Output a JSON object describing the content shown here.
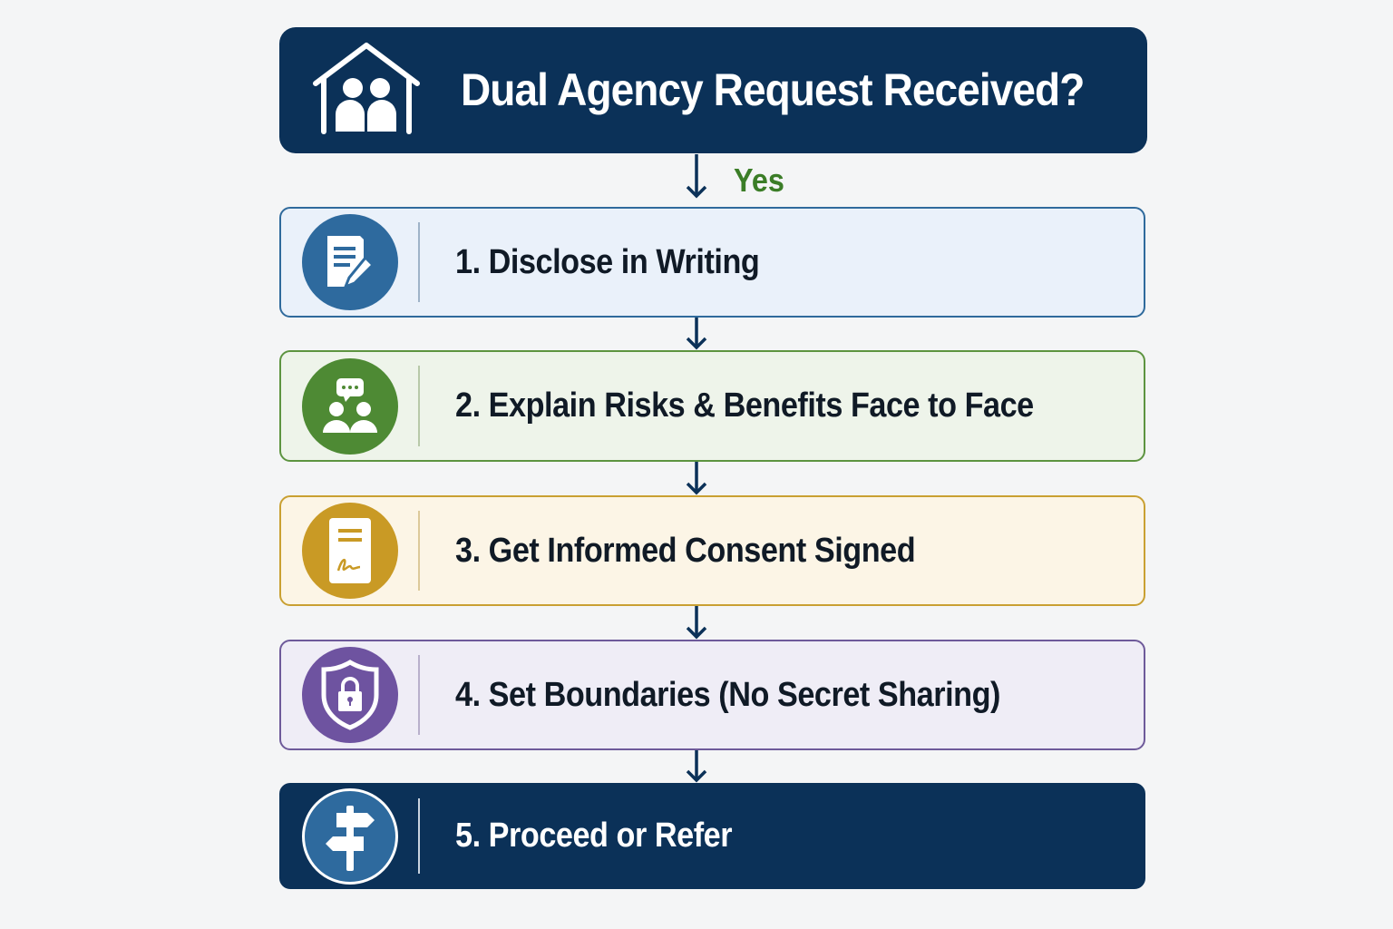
{
  "header": {
    "title": "Dual Agency Request Received?",
    "icon": "house-people-icon"
  },
  "branch_label": "Yes",
  "steps": [
    {
      "label": "1.  Disclose in Writing",
      "icon": "document-pen-icon",
      "color": "#2e6a9e",
      "background": "#eaf1fa"
    },
    {
      "label": "2.  Explain Risks & Benefits Face to Face",
      "icon": "people-chat-icon",
      "color": "#4e8a34",
      "background": "#eef4ea"
    },
    {
      "label": "3.  Get Informed Consent Signed",
      "icon": "signed-document-icon",
      "color": "#c99a25",
      "background": "#fcf5e6"
    },
    {
      "label": "4.  Set Boundaries (No Secret Sharing)",
      "icon": "shield-lock-icon",
      "color": "#6e53a0",
      "background": "#efedf6"
    },
    {
      "label": "5.  Proceed or Refer",
      "icon": "signpost-icon",
      "color": "#2e6a9e",
      "background": "#0b3158"
    }
  ]
}
